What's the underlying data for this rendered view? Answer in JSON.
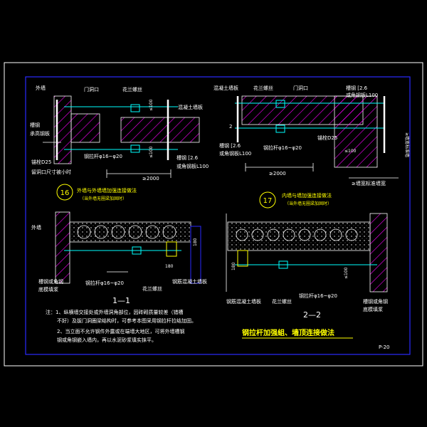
{
  "sheet": {
    "title": "钢拉杆加强組、墙顶连接做法",
    "page_no": "P-20",
    "colors": {
      "background": "#000000",
      "frame": "#ffffff",
      "border_inner": "#2a2aff",
      "hatch": "#ff00ff",
      "dim": "#ffffff",
      "text": "#ffffff",
      "note": "#ffff00",
      "bolt": "#00ffff"
    }
  },
  "detail16": {
    "number": "16",
    "caption_line1": "外墙与外墙墙加强连接做法",
    "caption_line2": "（当外墙无圈梁加固时）",
    "labels": {
      "wall_outer": "外墙",
      "door_opening": "门洞口",
      "anchor_bolt": "花兰螺丝",
      "stud": "槽钢",
      "bearing_plate": "承高钢板",
      "bolt_d25": "锚栓D25",
      "hole_note": "留洞口尺寸被小时",
      "rod": "钢拉杆φ16~φ20",
      "channel": "槽钢 [2.6",
      "plate_l100": "或角钢板L100",
      "concrete_wall": "混凝土墙板",
      "dim_100a": "≤100",
      "dim_100b": "≤100",
      "dim_2000": "≥2000"
    }
  },
  "detail17": {
    "number": "17",
    "caption_line1": "内墙与墙加强连接做法",
    "caption_line2": "（当外墙无圈梁加固时）",
    "labels": {
      "concrete_wall": "混凝土墙板",
      "anchor_bolt": "花兰螺丝",
      "door_opening": "门洞口",
      "channel_r": "槽钢 [2.6",
      "plate_r": "或角钢板L100",
      "channel_l": "槽钢 [2.6",
      "plate_l": "或角钢板L100",
      "rod": "钢拉杆φ16~φ20",
      "bolt_d25": "锚栓D25",
      "dim_100": "≤100",
      "dim_2000": "≥2000",
      "span_note": "≥墙宽标准墙宽",
      "side_note": "≥墙宽标准墙",
      "marker": "2"
    }
  },
  "section11": {
    "title": "1—1",
    "labels": {
      "wall_outer": "外墙",
      "angle_steel": "槽钢或角钢",
      "grout": "底模填浆",
      "rod": "钢拉杆φ16~φ20",
      "anchor": "花兰螺丝",
      "concrete": "钢筋混凝土墙板",
      "dim_180a": "180",
      "dim_180b": "180"
    }
  },
  "section22": {
    "title": "2—2",
    "labels": {
      "concrete": "钢筋混凝土墙板",
      "anchor": "花兰螺丝",
      "rod": "钢拉杆φ16~φ20",
      "angle_steel": "槽钢或角钢",
      "grout": "底模填浆",
      "dim_180": "180",
      "dim_100": "≤100"
    }
  },
  "notes": {
    "line1": "注：1、纵横墙交接处或外墙洞角部位，因砖砌质量较差（错槽",
    "line2": "不好）及拔门洞圈梁结构时，可参考本图采用钢拉杆拉结加固。",
    "line3": "2、当立面不允许钢件外露或在端墙大地区，可将外墙槽钢",
    "line4": "钢或角钢嵌入墙内，再以水泥砂浆填实抹平。"
  }
}
